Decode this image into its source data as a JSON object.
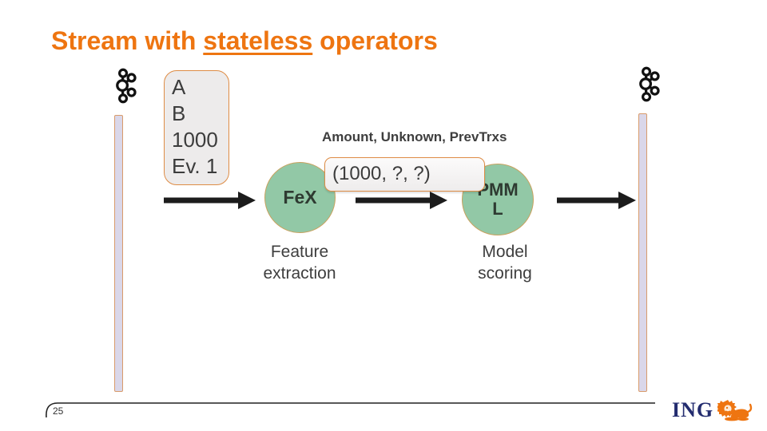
{
  "slide": {
    "title": {
      "prefix": "Stream with ",
      "highlight": "stateless",
      "suffix": " operators"
    },
    "page_number": "25",
    "brand": {
      "wordmark": "ING",
      "icon": "ing-lion-icon"
    }
  },
  "diagram": {
    "source_icon": "kafka-icon",
    "sink_icon": "kafka-icon",
    "event_box": {
      "lines": [
        "A",
        "B",
        "1000",
        "Ev. 1"
      ]
    },
    "features_label": "Amount, Unknown, PrevTrxs",
    "tuple_box": {
      "text": "(1000, ?, ?)"
    },
    "operator_fex": {
      "label": "FeX",
      "caption": "Feature\nextraction"
    },
    "operator_pmml": {
      "label": "PMM\nL",
      "caption": "Model\nscoring"
    },
    "colors": {
      "accent_orange": "#EE7511",
      "box_border_orange": "#DE8C45",
      "operator_fill_teal": "#92C8A6",
      "operator_border_tan": "#C9A25F",
      "stream_bar_lavender": "#DAD7E9",
      "arrow_black": "#1C1C1C",
      "ing_navy": "#232C6F"
    }
  }
}
